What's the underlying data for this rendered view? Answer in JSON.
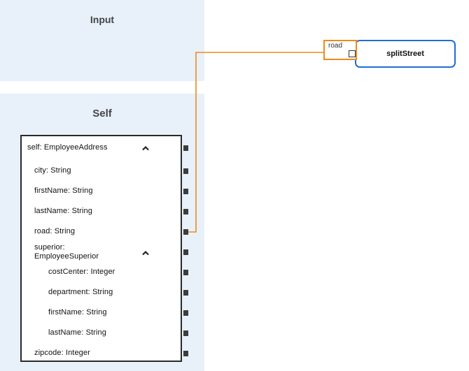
{
  "panels": {
    "input_title": "Input",
    "self_title": "Self"
  },
  "type_box": {
    "header": "self: EmployeeAddress",
    "fields": {
      "city": "city: String",
      "firstName": "firstName: String",
      "lastName": "lastName: String",
      "road": "road: String",
      "superior_line1": "superior:",
      "superior_line2": "EmployeeSuperior",
      "costCenter": "costCenter: Integer",
      "department": "department: String",
      "sup_firstName": "firstName: String",
      "sup_lastName": "lastName: String",
      "zipcode": "zipcode: Integer"
    }
  },
  "function_node": {
    "name": "splitStreet",
    "param_label": "road"
  },
  "colors": {
    "panel_bg": "#e8f1fa",
    "wire": "#ef8a1c",
    "function_border": "#1f6fd1",
    "port": "#3d3d3d"
  }
}
